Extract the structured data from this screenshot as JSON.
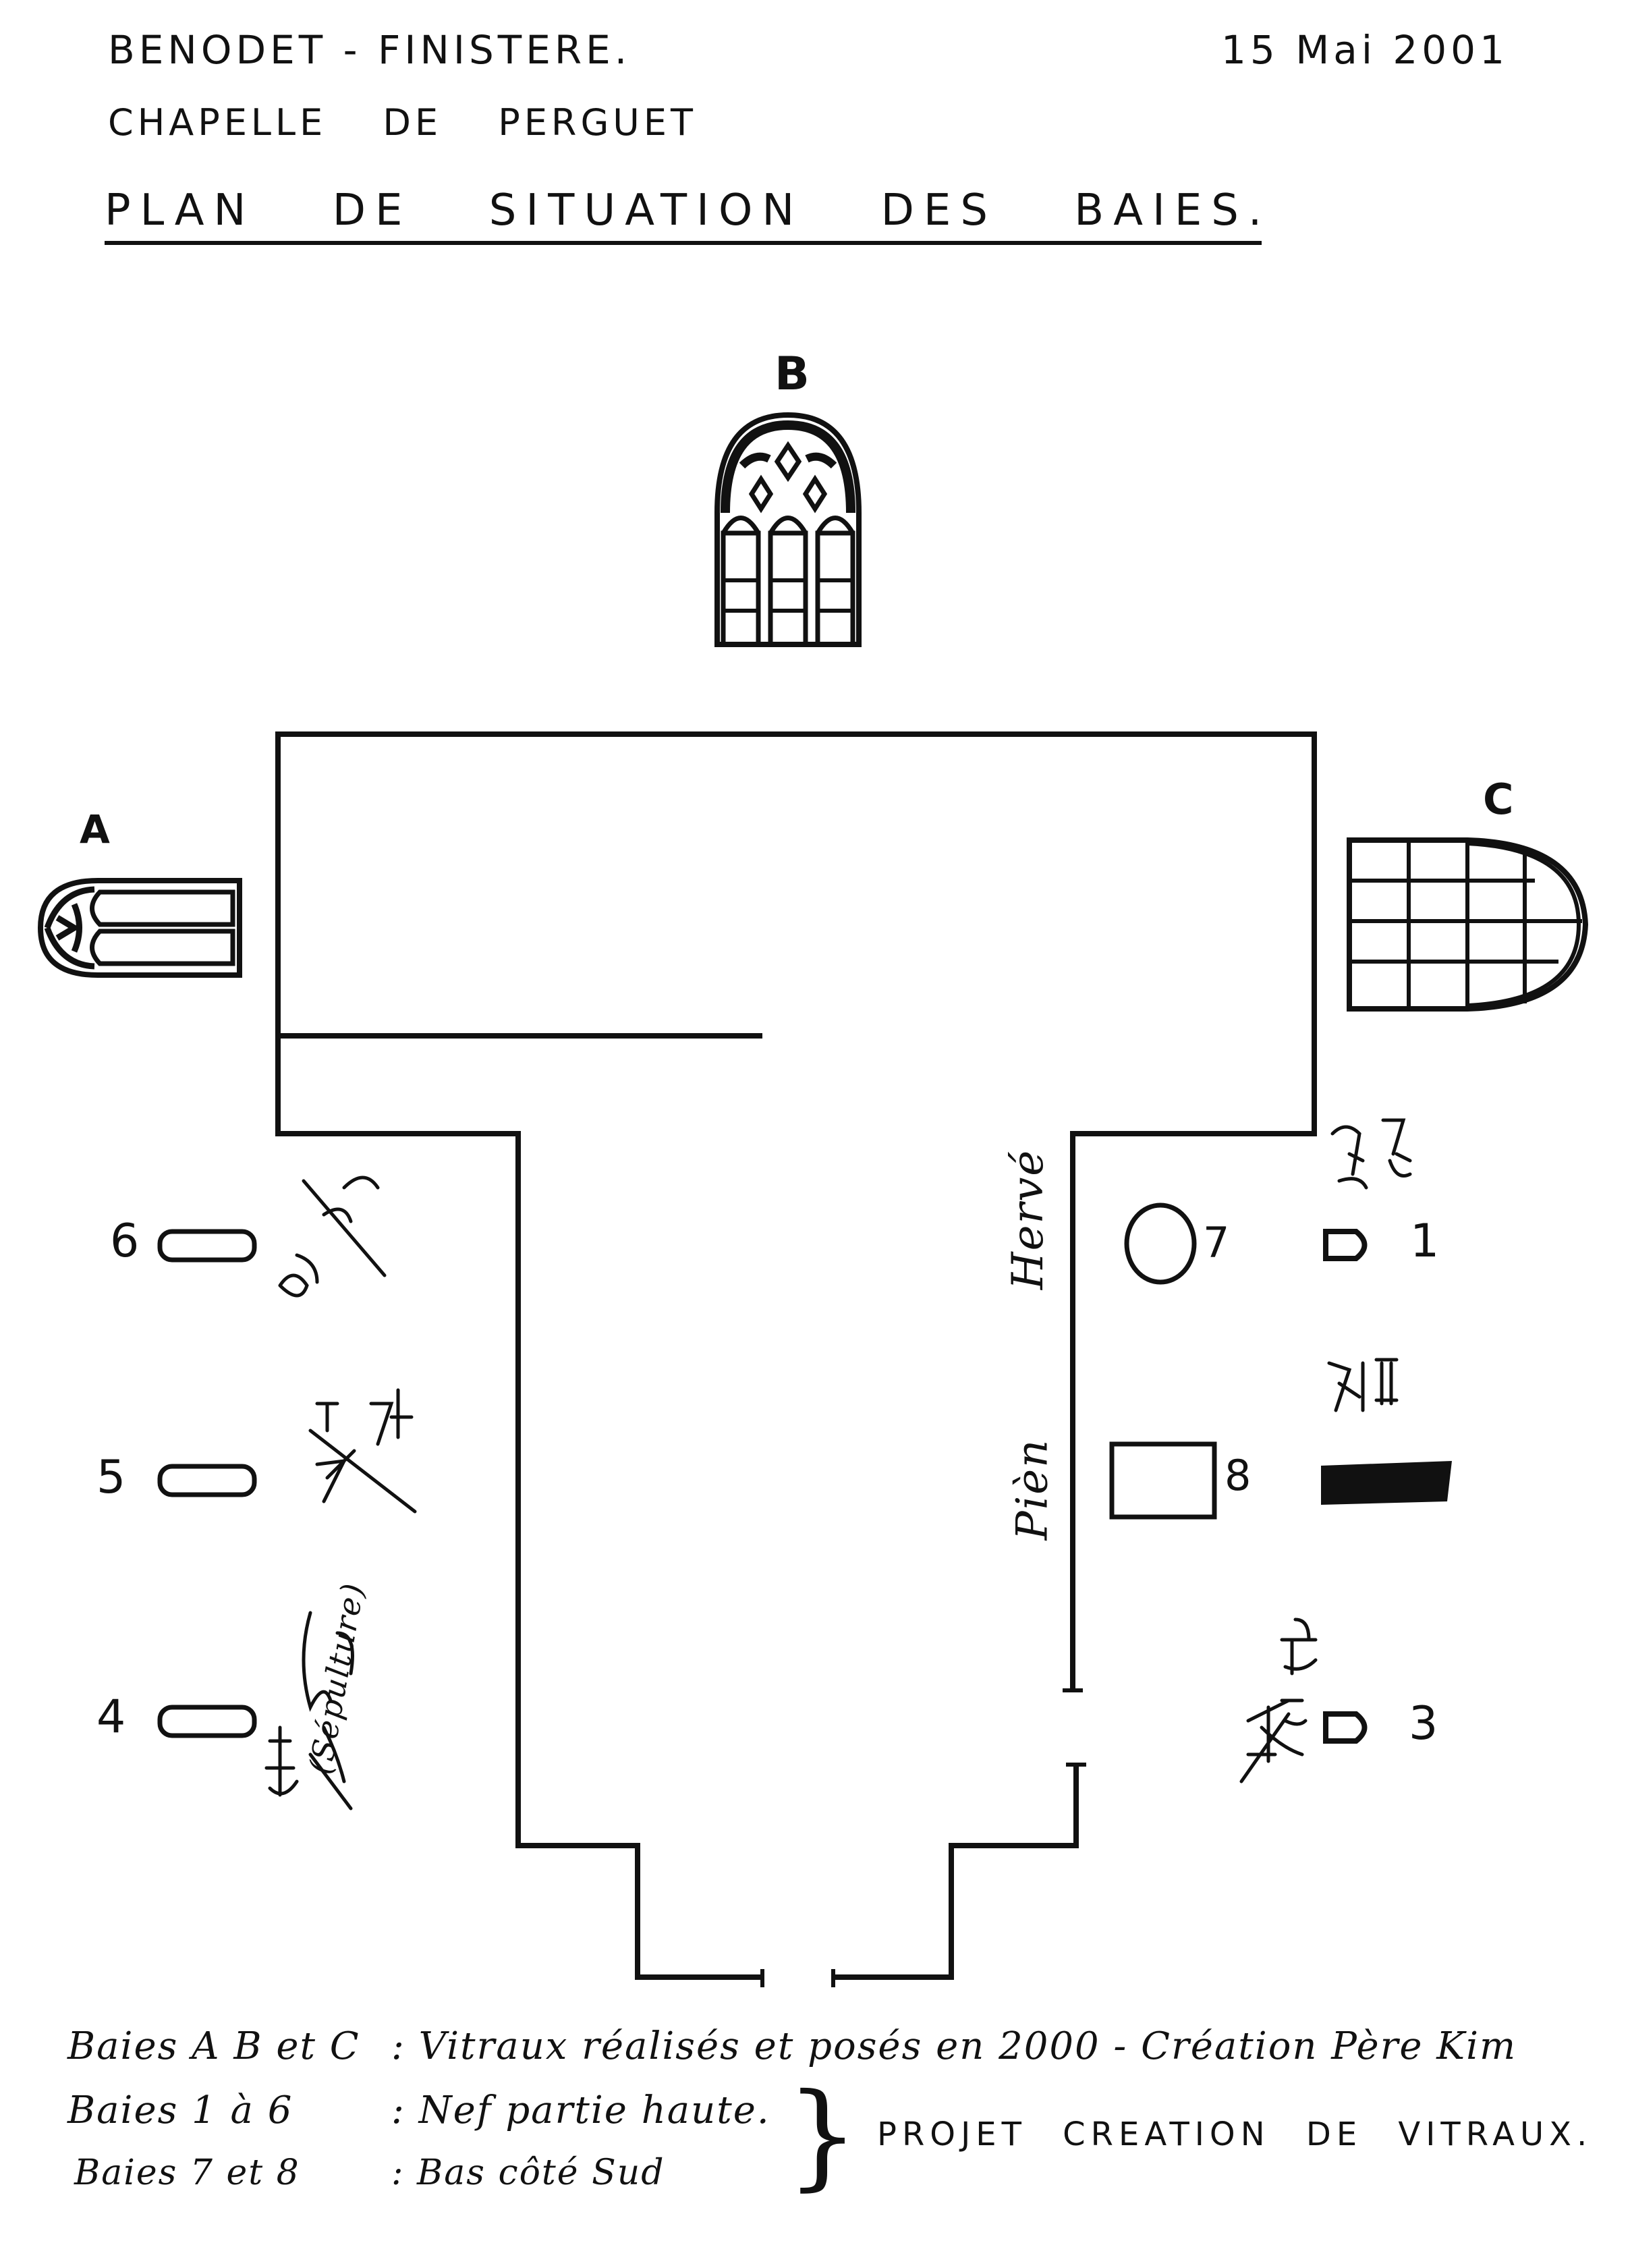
{
  "header": {
    "location": "BENODET - FINISTERE.",
    "date": "15 Mai 2001",
    "chapel": "CHAPELLE DE PERGUET",
    "title": "PLAN DE SITUATION DES BAIES."
  },
  "bays": {
    "A": "A",
    "B": "B",
    "C": "C",
    "n1": "1",
    "n3": "3",
    "n4": "4",
    "n5": "5",
    "n6": "6",
    "n7": "7",
    "n8": "8"
  },
  "annotations": {
    "herve": "Hervé",
    "pien": "Pièn",
    "sepulture": "(Sépulture)"
  },
  "notes": {
    "line1_label": "Baies A B et C",
    "line1_text": ": Vitraux réalisés et posés en 2000 - Création Père Kim",
    "line2_label": "Baies 1 à 6",
    "line2_text": ": Nef partie haute.",
    "line3_label": "Baies 7 et 8",
    "line3_text": ": Bas côté Sud",
    "project": "PROJET CREATION DE VITRAUX."
  }
}
